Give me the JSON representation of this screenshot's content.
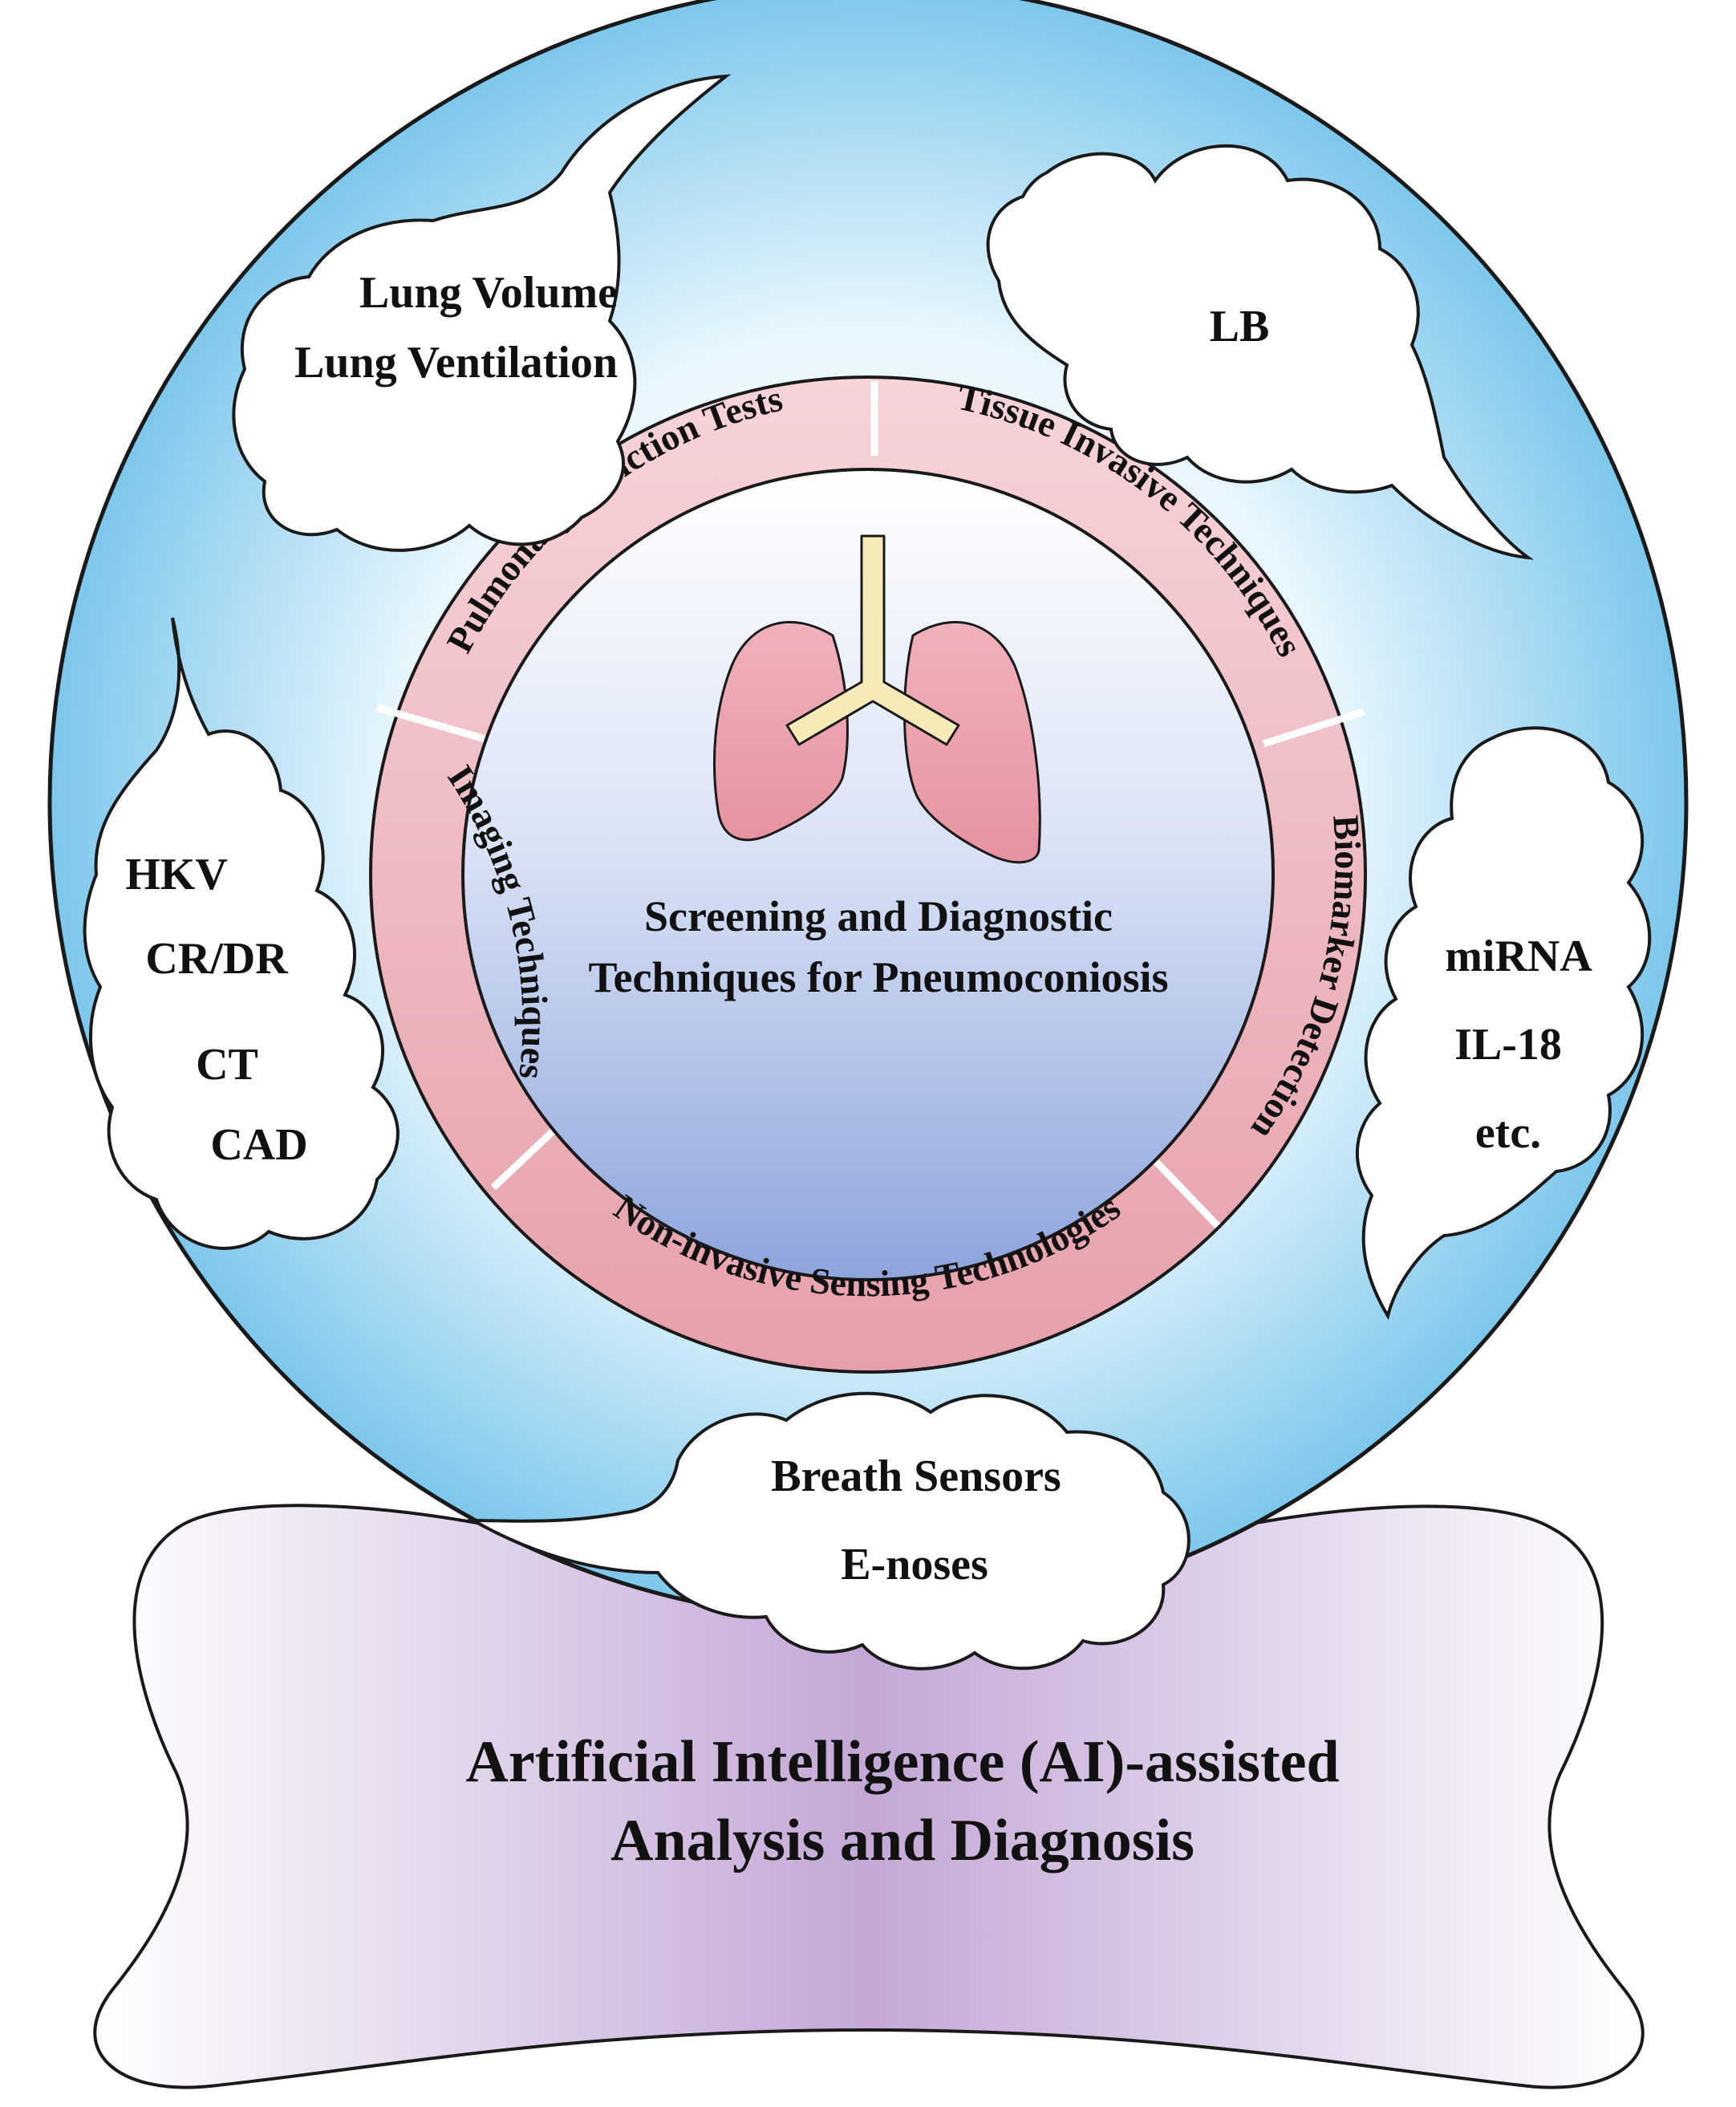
{
  "center": {
    "title_line1": "Screening and Diagnostic",
    "title_line2": "Techniques for Pneumoconiosis"
  },
  "ring_segments": [
    {
      "id": "pft",
      "label": "Pulmonary Function Tests"
    },
    {
      "id": "tissue",
      "label": "Tissue Invasive Techniques"
    },
    {
      "id": "biomarker",
      "label": "Biomarker Detection"
    },
    {
      "id": "noninvasive",
      "label": "Non-invasive Sensing Technologies"
    },
    {
      "id": "imaging",
      "label": "Imaging Techniques"
    }
  ],
  "clouds": {
    "pft": {
      "lines": [
        "Lung Volume",
        "Lung Ventilation"
      ]
    },
    "tissue": {
      "lines": [
        "LB"
      ]
    },
    "imaging": {
      "lines": [
        "HKV",
        "CR/DR",
        "CT",
        "CAD"
      ]
    },
    "biomarker": {
      "lines": [
        "miRNA",
        "IL-18",
        "etc."
      ]
    },
    "noninvasive": {
      "lines": [
        "Breath Sensors",
        "E-noses"
      ]
    }
  },
  "ai_base": {
    "line1": "Artificial Intelligence (AI)-assisted",
    "line2": "Analysis and Diagnosis"
  },
  "colors": {
    "outer_circle_edge": "#7dc7ec",
    "outer_circle_center": "#ffffff",
    "ring_fill": "#eba3ad",
    "inner_top": "#ffffff",
    "inner_bottom": "#8ea4dc",
    "lung_fill": "#ea9fab",
    "trachea_fill": "#f5eab8",
    "base_purple": "#c3a8d6"
  }
}
